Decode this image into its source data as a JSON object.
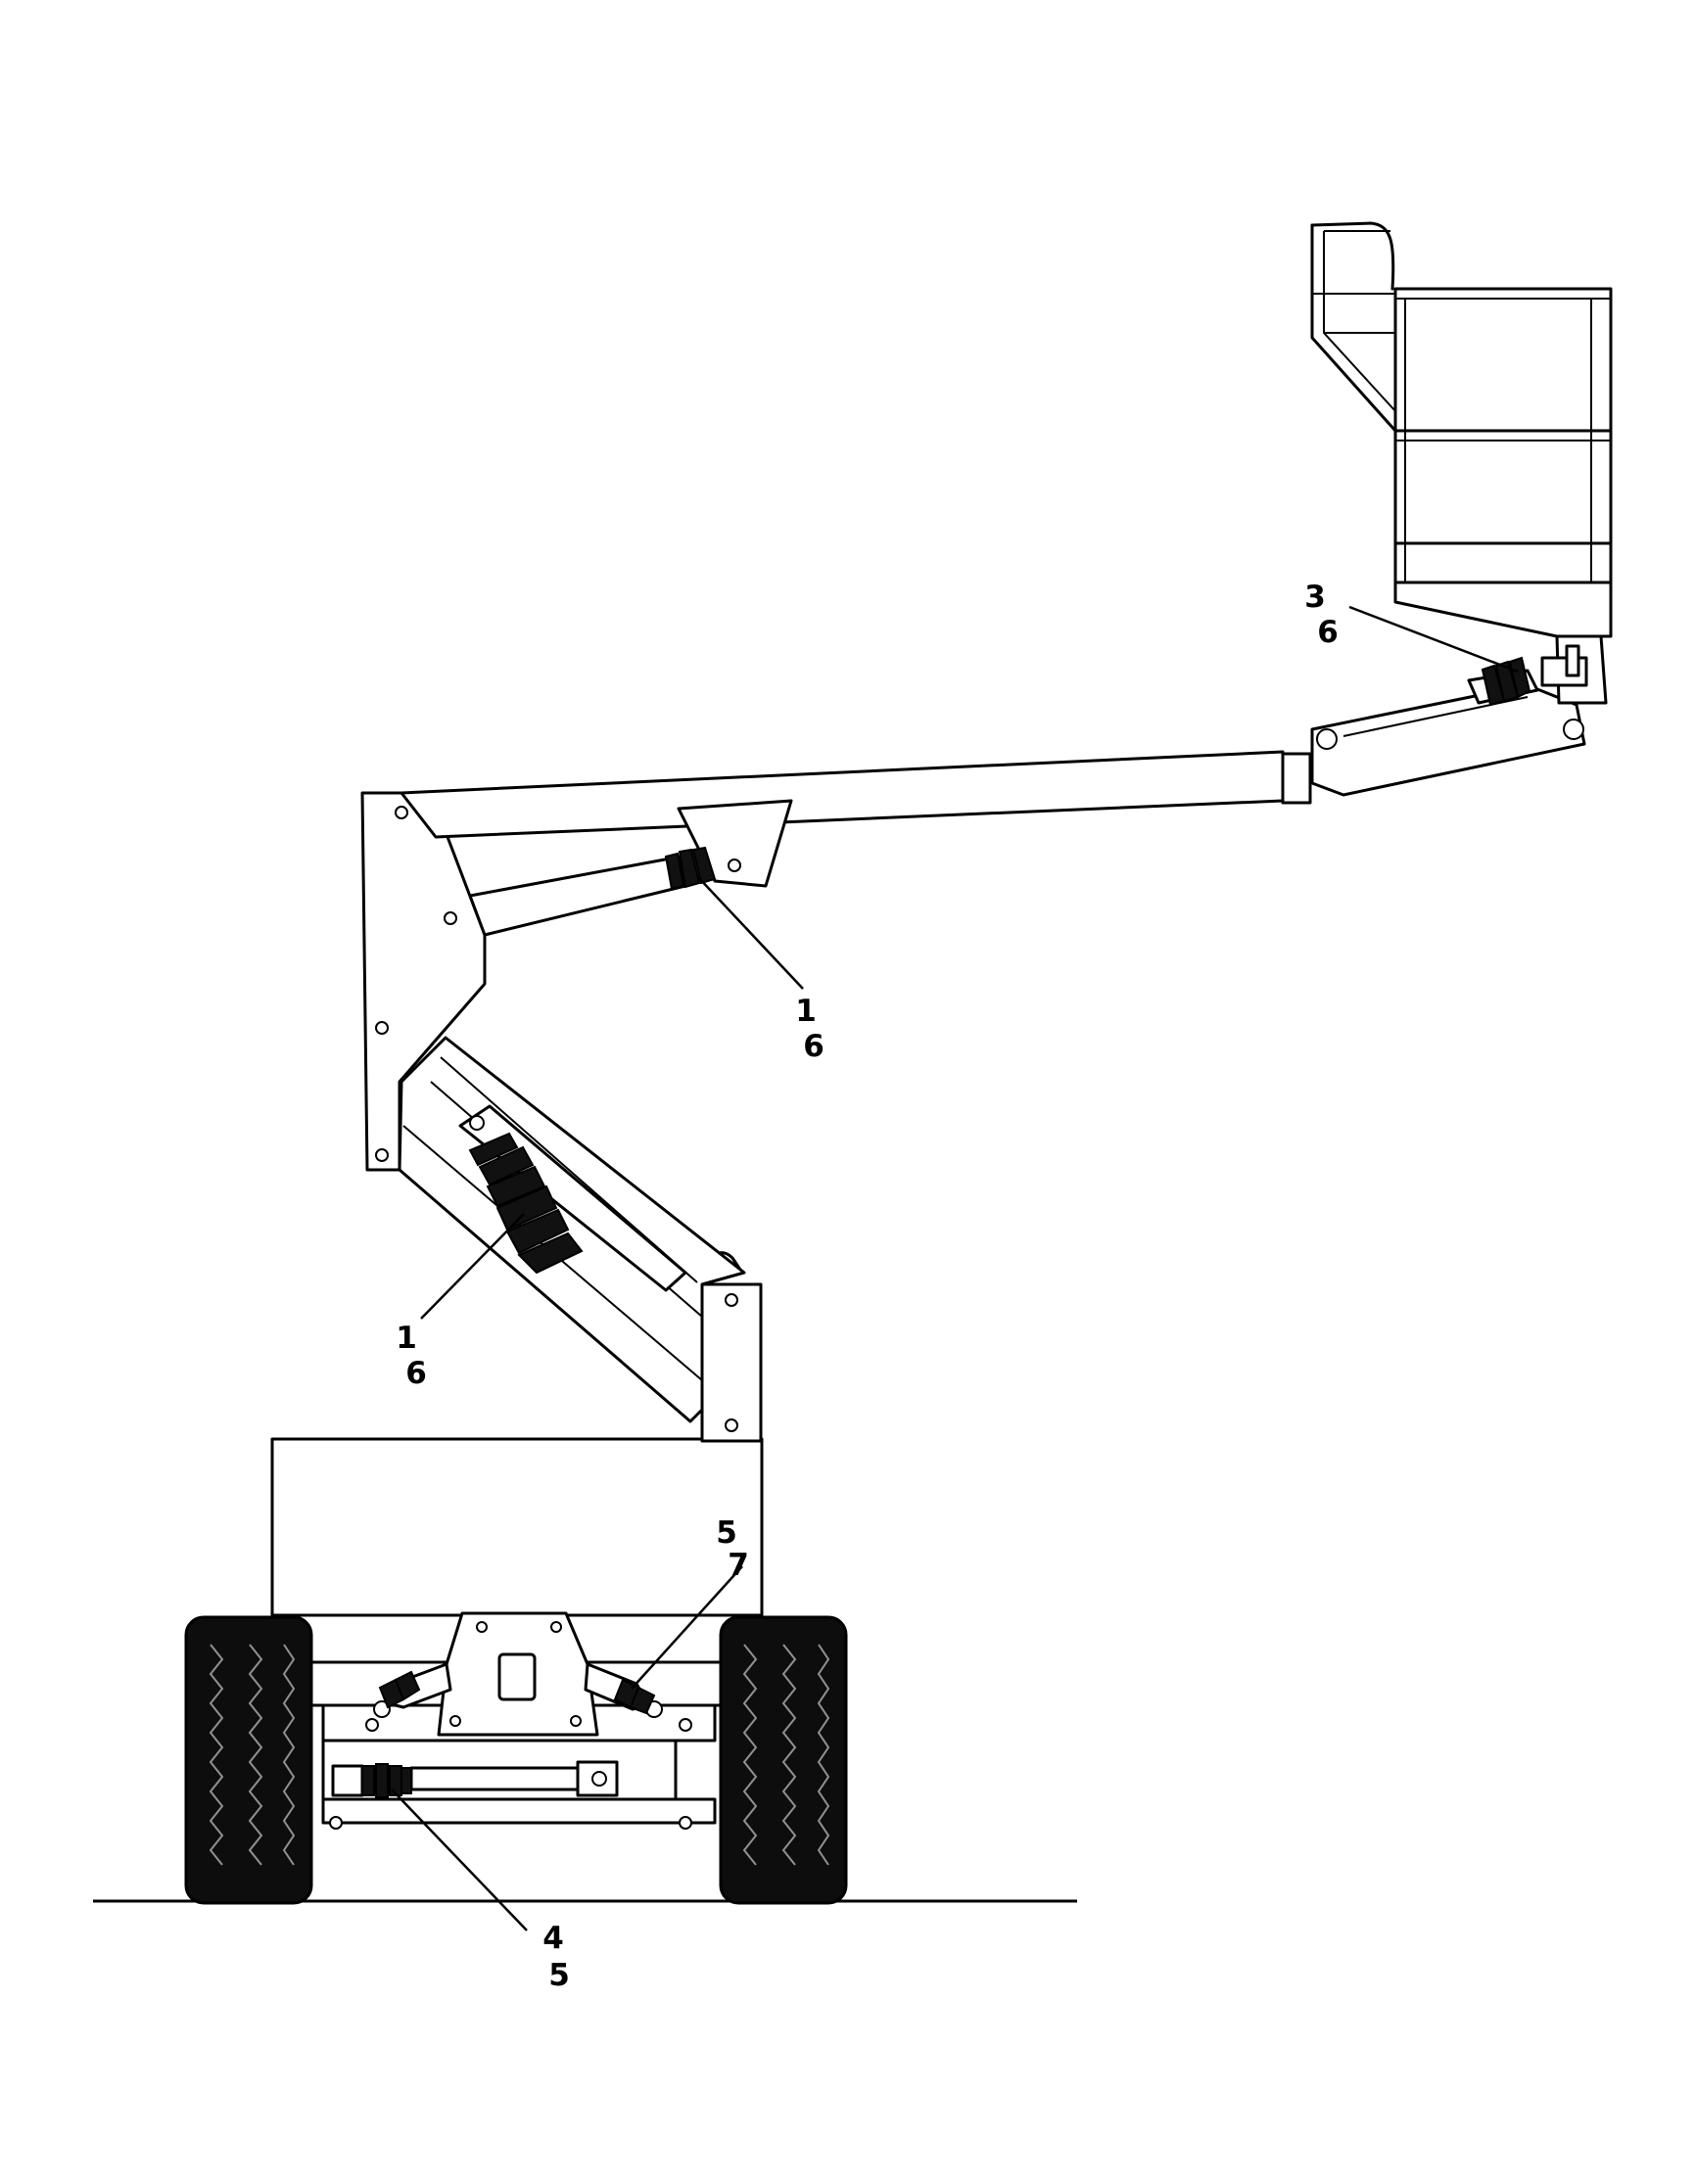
{
  "callouts": [
    {
      "id": "jib-cylinder",
      "lines": [
        "3",
        "6"
      ]
    },
    {
      "id": "upper-boom-cylinder",
      "lines": [
        "1",
        "6"
      ]
    },
    {
      "id": "lower-boom-cylinder",
      "lines": [
        "1",
        "6"
      ]
    },
    {
      "id": "steer-cylinder-right",
      "lines": [
        "5",
        "7"
      ]
    },
    {
      "id": "axle-cylinder",
      "lines": [
        "4",
        "5"
      ]
    }
  ],
  "colors": {
    "line": "#000000",
    "fill": "#ffffff",
    "boot": "#111111"
  },
  "icons": {
    "wheel": "tire-tread",
    "cylinder-boot": "bellows-boot"
  }
}
